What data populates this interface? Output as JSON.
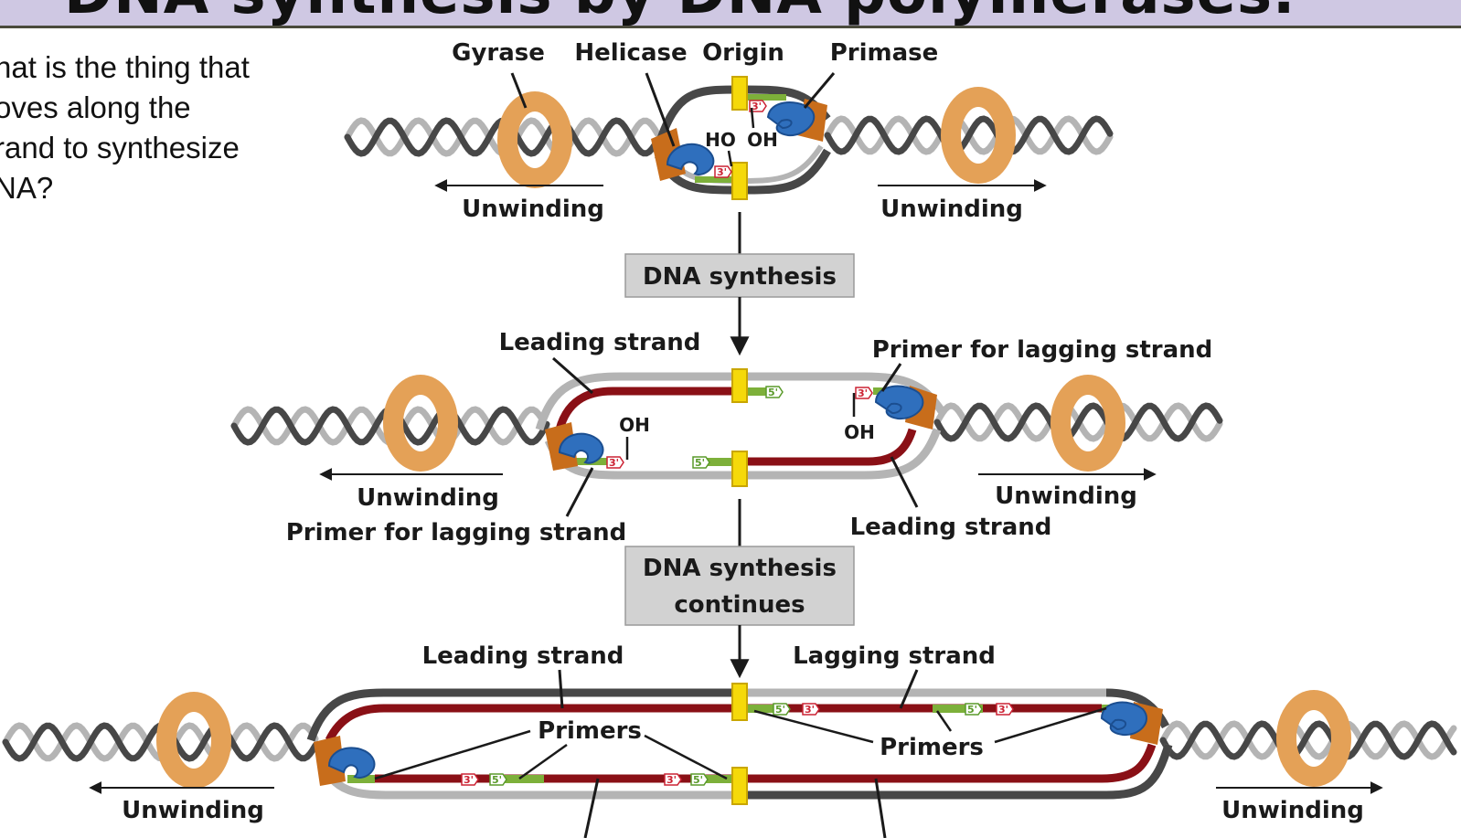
{
  "slide": {
    "title": "DNA synthesis by DNA polymerases.",
    "question_lines": [
      "hat is the thing that",
      "oves along the",
      "rand to synthesize",
      "NA?"
    ]
  },
  "diagram": {
    "stage1": {
      "labels": {
        "gyrase": "Gyrase",
        "helicase": "Helicase",
        "origin": "Origin",
        "primase": "Primase",
        "ho": "HO",
        "oh": "OH",
        "unwinding_left": "Unwinding",
        "unwinding_right": "Unwinding"
      }
    },
    "step1": "DNA synthesis",
    "stage2": {
      "labels": {
        "leading_strand_top": "Leading strand",
        "primer_lagging_top": "Primer for lagging strand",
        "oh_left": "OH",
        "oh_right": "OH",
        "unwinding_left": "Unwinding",
        "unwinding_right": "Unwinding",
        "primer_lagging_bottom": "Primer for lagging strand",
        "leading_strand_bottom": "Leading strand"
      }
    },
    "step2_line1": "DNA synthesis",
    "step2_line2": "continues",
    "stage3": {
      "labels": {
        "leading_strand": "Leading strand",
        "lagging_strand": "Lagging strand",
        "primers_left": "Primers",
        "primers_right": "Primers",
        "unwinding_left": "Unwinding",
        "unwinding_right": "Unwinding"
      }
    },
    "end_tags": {
      "three_prime": "3'",
      "five_prime": "5'"
    },
    "colors": {
      "dna_dark": "#474747",
      "dna_light": "#b4b4b4",
      "new_strand": "#8a1016",
      "primer": "#7db03a",
      "gyrase": "#e4a157",
      "helicase_blue": "#2f6fbd",
      "helicase_orange": "#c86d1b",
      "origin": "#f5d90a",
      "box": "#d2d2d2"
    }
  }
}
